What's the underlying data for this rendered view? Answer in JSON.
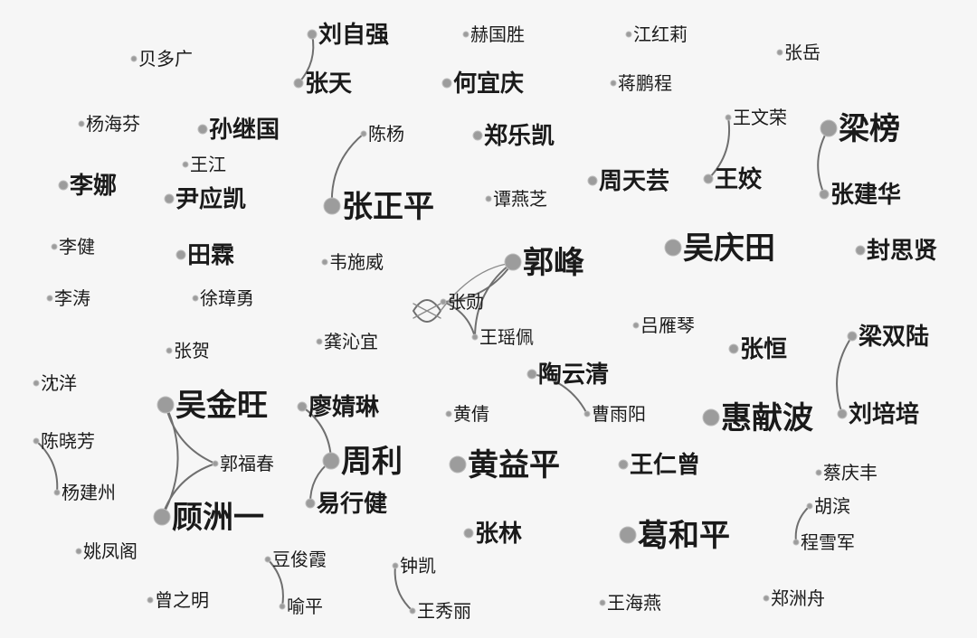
{
  "nodes": [
    {
      "id": "liuziqiang",
      "label": "刘自强",
      "weight": 2
    },
    {
      "id": "heguosheng",
      "label": "赫国胜",
      "weight": 1
    },
    {
      "id": "jianghongli",
      "label": "江红莉",
      "weight": 1
    },
    {
      "id": "beiduoguang",
      "label": "贝多广",
      "weight": 1
    },
    {
      "id": "zhangyue",
      "label": "张岳",
      "weight": 1
    },
    {
      "id": "zhangtian",
      "label": "张天",
      "weight": 2
    },
    {
      "id": "heyiqing",
      "label": "何宜庆",
      "weight": 2
    },
    {
      "id": "jiangpengcheng",
      "label": "蒋鹏程",
      "weight": 1
    },
    {
      "id": "yanghaifen",
      "label": "杨海芬",
      "weight": 1
    },
    {
      "id": "sunjiguo",
      "label": "孙继国",
      "weight": 2
    },
    {
      "id": "chenyang",
      "label": "陈杨",
      "weight": 1
    },
    {
      "id": "zhenglekai",
      "label": "郑乐凯",
      "weight": 2
    },
    {
      "id": "wangwenrong",
      "label": "王文荣",
      "weight": 1
    },
    {
      "id": "liangbang",
      "label": "梁榜",
      "weight": 3
    },
    {
      "id": "wangjiang",
      "label": "王江",
      "weight": 1
    },
    {
      "id": "lina",
      "label": "李娜",
      "weight": 2
    },
    {
      "id": "zhoutianyun",
      "label": "周天芸",
      "weight": 2
    },
    {
      "id": "wangjiao",
      "label": "王姣",
      "weight": 2
    },
    {
      "id": "yinyingkai",
      "label": "尹应凯",
      "weight": 2
    },
    {
      "id": "zhangzhengping",
      "label": "张正平",
      "weight": 3
    },
    {
      "id": "tanyanzhi",
      "label": "谭燕芝",
      "weight": 1
    },
    {
      "id": "zhangjianhua",
      "label": "张建华",
      "weight": 2
    },
    {
      "id": "wuqingtian",
      "label": "吴庆田",
      "weight": 3
    },
    {
      "id": "lijian",
      "label": "李健",
      "weight": 1
    },
    {
      "id": "tianlin",
      "label": "田霖",
      "weight": 2
    },
    {
      "id": "weishiwei",
      "label": "韦施威",
      "weight": 1
    },
    {
      "id": "guofeng",
      "label": "郭峰",
      "weight": 3
    },
    {
      "id": "fengsixian",
      "label": "封思贤",
      "weight": 2
    },
    {
      "id": "litao",
      "label": "李涛",
      "weight": 1
    },
    {
      "id": "xuzhangyong",
      "label": "徐璋勇",
      "weight": 1
    },
    {
      "id": "zhangxun",
      "label": "张勋",
      "weight": 1
    },
    {
      "id": "lvyanqin",
      "label": "吕雁琴",
      "weight": 1
    },
    {
      "id": "liangshuanglu",
      "label": "梁双陆",
      "weight": 2
    },
    {
      "id": "zhanghe",
      "label": "张贺",
      "weight": 1
    },
    {
      "id": "gongqinyi",
      "label": "龚沁宜",
      "weight": 1
    },
    {
      "id": "wangyaopei",
      "label": "王瑶佩",
      "weight": 1
    },
    {
      "id": "zhangheng",
      "label": "张恒",
      "weight": 2
    },
    {
      "id": "shenyang",
      "label": "沈洋",
      "weight": 1
    },
    {
      "id": "taoyunqing",
      "label": "陶云清",
      "weight": 2
    },
    {
      "id": "wujinwang",
      "label": "吴金旺",
      "weight": 3
    },
    {
      "id": "liaojinglin",
      "label": "廖婧琳",
      "weight": 2
    },
    {
      "id": "huangqian",
      "label": "黄倩",
      "weight": 1
    },
    {
      "id": "caoyuyang",
      "label": "曹雨阳",
      "weight": 1
    },
    {
      "id": "huixianbo",
      "label": "惠献波",
      "weight": 3
    },
    {
      "id": "liupeipei",
      "label": "刘培培",
      "weight": 2
    },
    {
      "id": "chenxiaofang",
      "label": "陈晓芳",
      "weight": 1
    },
    {
      "id": "zhouli",
      "label": "周利",
      "weight": 3
    },
    {
      "id": "huangyiping",
      "label": "黄益平",
      "weight": 3
    },
    {
      "id": "wangrenzeng",
      "label": "王仁曾",
      "weight": 2
    },
    {
      "id": "guofuchun",
      "label": "郭福春",
      "weight": 1
    },
    {
      "id": "caiqingfeng",
      "label": "蔡庆丰",
      "weight": 1
    },
    {
      "id": "yangjianzhou",
      "label": "杨建州",
      "weight": 1
    },
    {
      "id": "guzhouyi",
      "label": "顾洲一",
      "weight": 3
    },
    {
      "id": "yixingjian",
      "label": "易行健",
      "weight": 2
    },
    {
      "id": "hubin",
      "label": "胡滨",
      "weight": 1
    },
    {
      "id": "zhanglin",
      "label": "张林",
      "weight": 2
    },
    {
      "id": "geheping",
      "label": "葛和平",
      "weight": 3
    },
    {
      "id": "chengxuejun",
      "label": "程雪军",
      "weight": 1
    },
    {
      "id": "yaofengge",
      "label": "姚凤阁",
      "weight": 1
    },
    {
      "id": "doujunxia",
      "label": "豆俊霞",
      "weight": 1
    },
    {
      "id": "zhongkai",
      "label": "钟凯",
      "weight": 1
    },
    {
      "id": "zengzhiming",
      "label": "曾之明",
      "weight": 1
    },
    {
      "id": "yuping",
      "label": "喻平",
      "weight": 1
    },
    {
      "id": "wangxiuli",
      "label": "王秀丽",
      "weight": 1
    },
    {
      "id": "wanghaiyan",
      "label": "王海燕",
      "weight": 1
    },
    {
      "id": "zhengzhouzhou",
      "label": "郑洲舟",
      "weight": 1
    }
  ],
  "edges": [
    [
      "liuziqiang",
      "zhangtian"
    ],
    [
      "chenyang",
      "zhangzhengping"
    ],
    [
      "wangwenrong",
      "wangjiao"
    ],
    [
      "liangbang",
      "zhangjianhua"
    ],
    [
      "guofeng",
      "zhangxun"
    ],
    [
      "guofeng",
      "wangyaopei"
    ],
    [
      "zhangxun",
      "wangyaopei"
    ],
    [
      "liangshuanglu",
      "liupeipei"
    ],
    [
      "taoyunqing",
      "caoyuyang"
    ],
    [
      "wujinwang",
      "guofuchun"
    ],
    [
      "wujinwang",
      "guzhouyi"
    ],
    [
      "guofuchun",
      "guzhouyi"
    ],
    [
      "liaojinglin",
      "zhouli"
    ],
    [
      "zhouli",
      "yixingjian"
    ],
    [
      "chenxiaofang",
      "yangjianzhou"
    ],
    [
      "hubin",
      "chengxuejun"
    ],
    [
      "doujunxia",
      "yuping"
    ],
    [
      "zhongkai",
      "wangxiuli"
    ]
  ]
}
